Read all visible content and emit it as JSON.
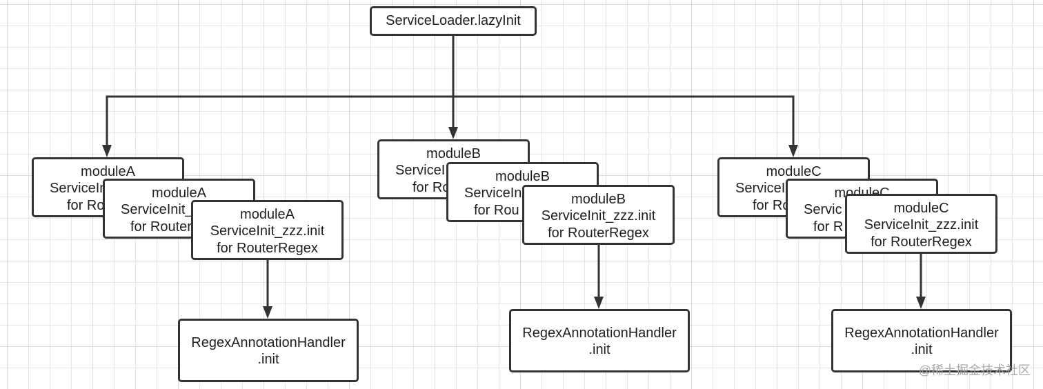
{
  "colors": {
    "stroke": "#333333",
    "node_fill": "#ffffff",
    "text": "#1f1f1f",
    "grid": "#e6e6e6",
    "grid_major": "#dadada",
    "background": "#ffffff",
    "watermark": "#a0a0a0"
  },
  "root": {
    "label": "ServiceLoader.lazyInit"
  },
  "modules": [
    {
      "cards": [
        {
          "title": "moduleA",
          "line2": "ServiceIn",
          "line3": "for Ro"
        },
        {
          "title": "moduleA",
          "line2": "ServiceInit_",
          "line3": "for Router"
        },
        {
          "title": "moduleA",
          "line2": "ServiceInit_zzz.init",
          "line3": "for RouterRegex"
        }
      ],
      "handler": {
        "line1": "RegexAnnotationHandler",
        "line2": ".init"
      }
    },
    {
      "cards": [
        {
          "title": "moduleB",
          "line2": "ServiceI",
          "line3": "for Ro"
        },
        {
          "title": "moduleB",
          "line2": "ServiceIn",
          "line3": "for Rou"
        },
        {
          "title": "moduleB",
          "line2": "ServiceInit_zzz.init",
          "line3": "for RouterRegex"
        }
      ],
      "handler": {
        "line1": "RegexAnnotationHandler",
        "line2": ".init"
      }
    },
    {
      "cards": [
        {
          "title": "moduleC",
          "line2": "ServiceI",
          "line3": "for Ro"
        },
        {
          "title": "moduleC",
          "line2": "Servic",
          "line3": "for R"
        },
        {
          "title": "moduleC",
          "line2": "ServiceInit_zzz.init",
          "line3": "for RouterRegex"
        }
      ],
      "handler": {
        "line1": "RegexAnnotationHandler",
        "line2": ".init"
      }
    }
  ],
  "watermark": "@稀土掘金技术社区"
}
